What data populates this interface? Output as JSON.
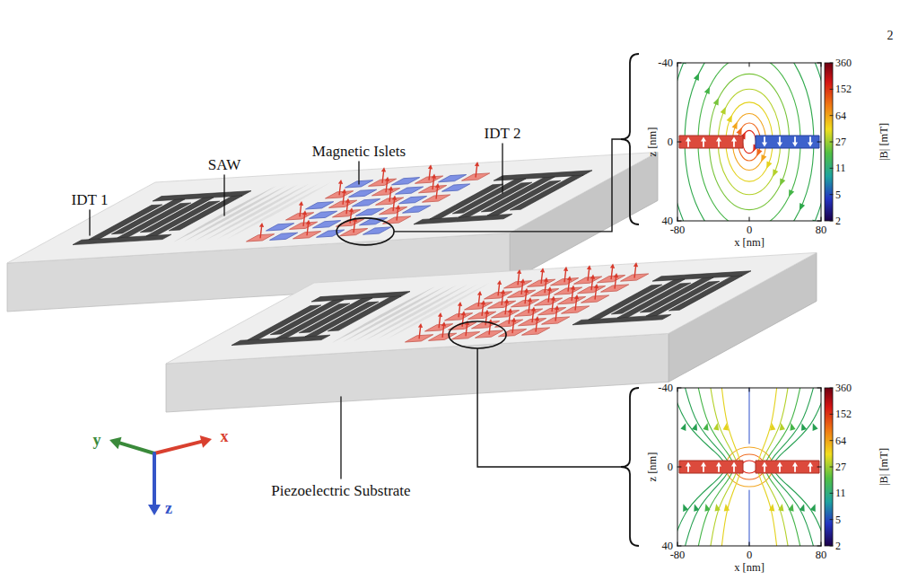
{
  "diagram": {
    "labels": [
      "2",
      "IDT 1",
      "SAW",
      "Magnetic Islets",
      "IDT 2",
      "Piezoelectric Substrate",
      "y",
      "x",
      "z",
      "-40",
      "0",
      "40",
      "z [nm]",
      "-80",
      "0",
      "80",
      "x [nm]",
      "360",
      "152",
      "64",
      "27",
      "11",
      "5",
      "2",
      "|B| [mT]",
      "-40",
      "0",
      "40",
      "z [nm]",
      "-80",
      "0",
      "80",
      "x [nm]",
      "360",
      "152",
      "64",
      "27",
      "11",
      "5",
      "2",
      "|B| [mT]"
    ]
  }
}
